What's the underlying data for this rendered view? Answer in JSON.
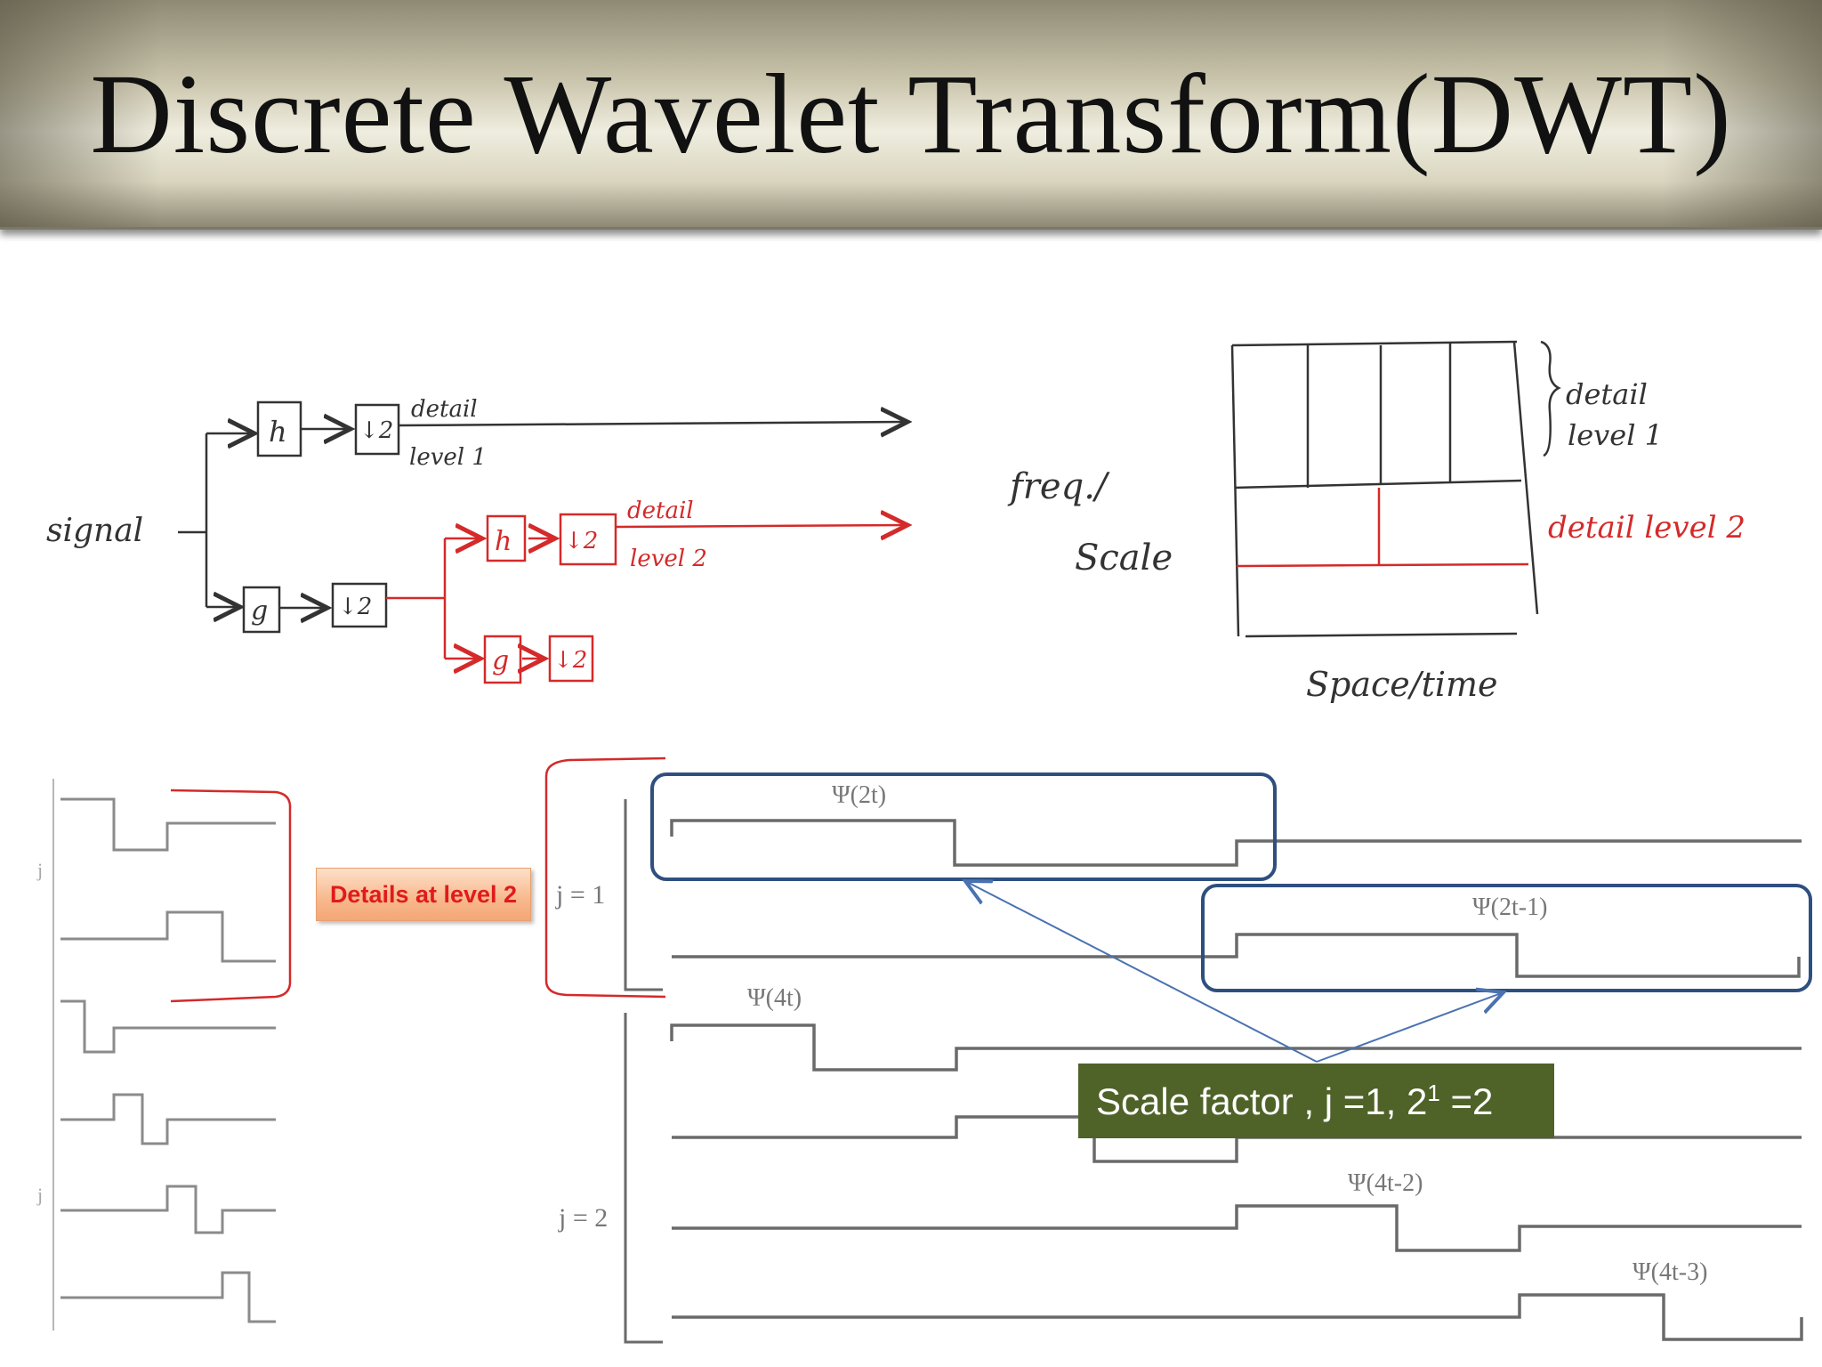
{
  "slide": {
    "title": "Discrete Wavelet Transform(DWT)"
  },
  "filter_bank": {
    "input_label": "signal",
    "level1": {
      "high_filter": "h",
      "high_down": "↓2",
      "low_filter": "g",
      "low_down": "↓2",
      "out_label_1": "detail",
      "out_label_2": "level 1"
    },
    "level2": {
      "high_filter": "h",
      "high_down": "↓2",
      "low_filter": "g",
      "low_down": "↓2",
      "out_label_1": "detail",
      "out_label_2": "level 2"
    }
  },
  "tiling": {
    "y_label_1": "freq./",
    "y_label_2": "Scale",
    "x_label": "Space/time",
    "brace_label_1": "detail",
    "brace_label_2": "level 1",
    "level2_label": "detail level 2"
  },
  "wavelets": {
    "j1_label": "j = 1",
    "j2_label": "j = 2",
    "psi_2t": "Ψ(2t)",
    "psi_2t_1": "Ψ(2t-1)",
    "psi_4t": "Ψ(4t)",
    "psi_4t_2": "Ψ(4t-2)",
    "psi_4t_3": "Ψ(4t-3)",
    "left_label_a": "j",
    "left_label_b": "j"
  },
  "callouts": {
    "details": "Details at level 2",
    "scale_prefix": "Scale factor , j =1, 2",
    "scale_sup": "1",
    "scale_suffix": " =2"
  },
  "colors": {
    "red": "#d42a2a",
    "box_blue": "#2f4f7f",
    "arrow_blue": "#4a72b0",
    "green_box": "#4f6228"
  }
}
